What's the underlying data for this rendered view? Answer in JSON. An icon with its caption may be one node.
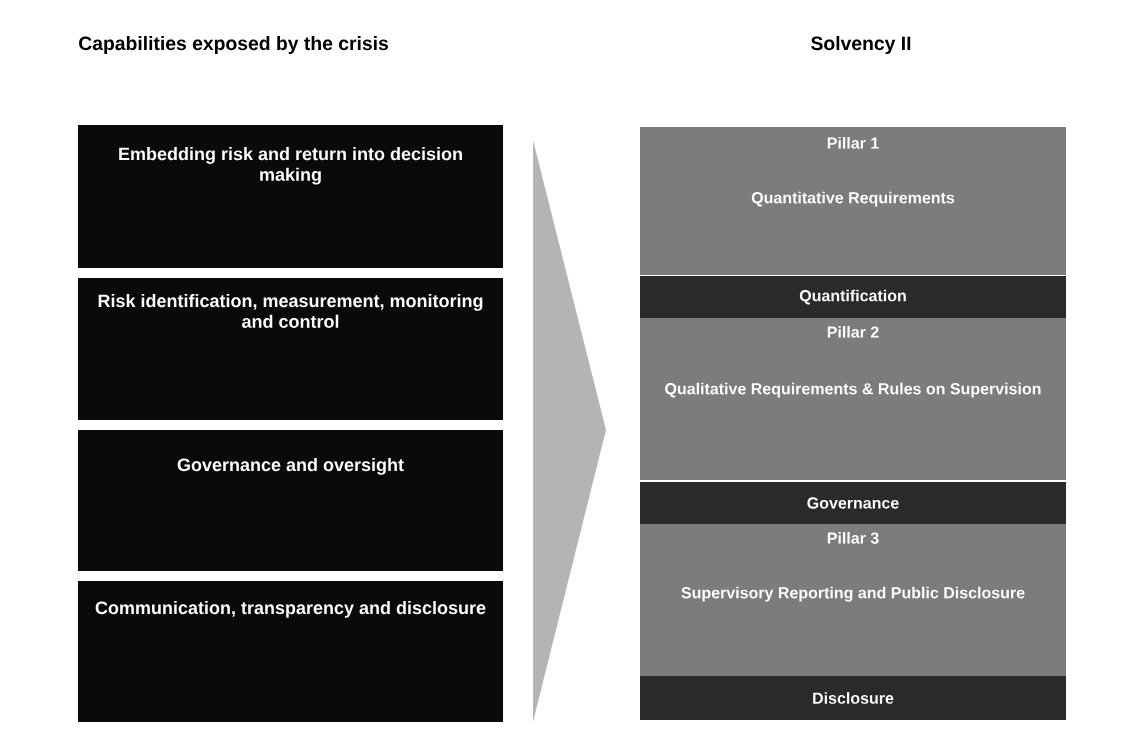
{
  "diagram": {
    "nodes": [
      {
        "text": [
          "Embedding risk and return into decision making"
        ]
      },
      {
        "text": [
          "Risk identification, measurement, monitoring and control"
        ]
      },
      {
        "text": [
          "Governance and oversight"
        ]
      },
      {
        "text": [
          "Communication, transparency and disclosure"
        ]
      },
      {
        "text": [
          "Pillar 1",
          "Quantitative Requirements"
        ]
      },
      {
        "text": [
          "Quantification"
        ]
      },
      {
        "text": [
          "Pillar 2",
          "Qualitative Requirements & Rules on Supervision"
        ]
      },
      {
        "text": [
          "Governance"
        ]
      },
      {
        "text": [
          "Pillar 3",
          "Supervisory Reporting and Public Disclosure"
        ]
      },
      {
        "text": [
          "Disclosure"
        ]
      }
    ],
    "labels": [
      "Capabilities exposed by the crisis",
      "Solvency II"
    ]
  }
}
